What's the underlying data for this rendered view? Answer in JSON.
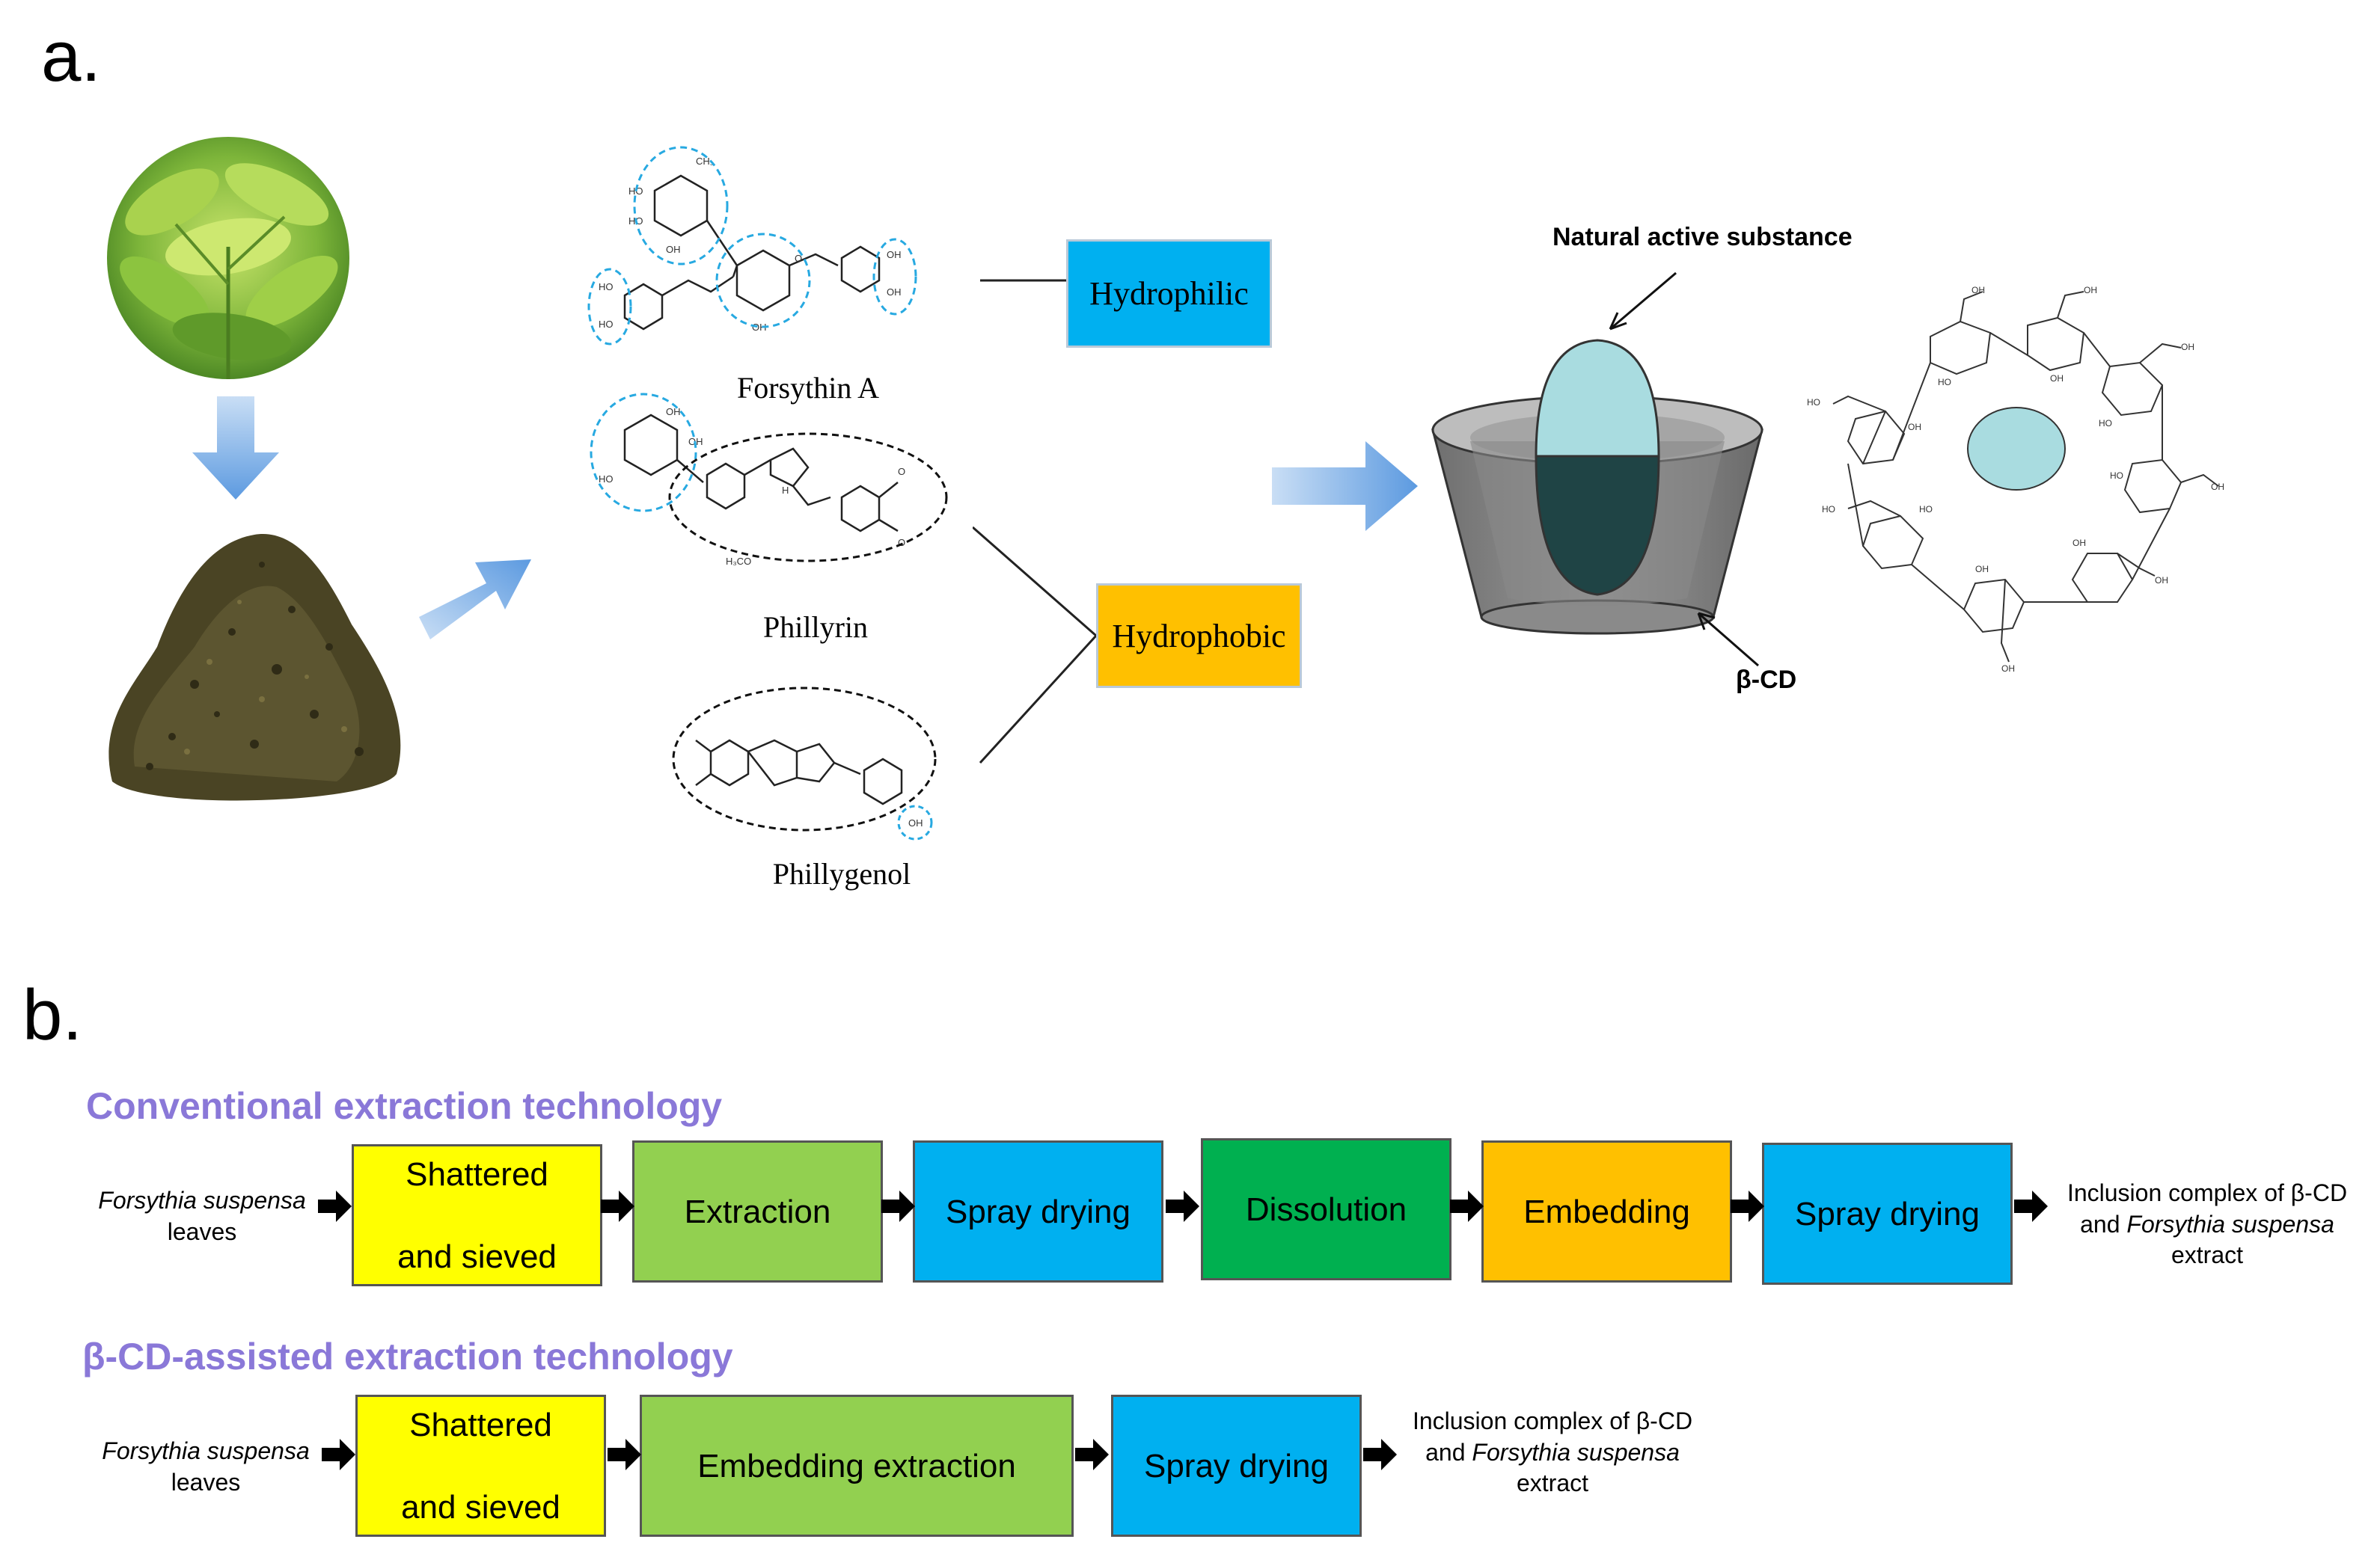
{
  "panel_a": {
    "label": "a.",
    "structures": {
      "forsythin_a": "Forsythin A",
      "phillyrin": "Phillyrin",
      "phillygenol": "Phillygenol"
    },
    "tags": {
      "hydrophilic": "Hydrophilic",
      "hydrophobic": "Hydrophobic"
    },
    "callouts": {
      "natural_active": "Natural active substance",
      "beta_cd": "β-CD"
    },
    "atom_labels": {
      "oh": "OH",
      "ho": "HO",
      "o": "O",
      "h": "H",
      "ch3": "CH₃",
      "h3co": "H₃CO"
    }
  },
  "panel_b": {
    "label": "b.",
    "conventional": {
      "title": "Conventional extraction technology",
      "input_italic": "Forsythia suspensa",
      "input_plain": "leaves",
      "steps": [
        {
          "label_line1": "Shattered",
          "label_line2": "and sieved",
          "color": "#ffff00"
        },
        {
          "label_line1": "Extraction",
          "label_line2": "",
          "color": "#92d050"
        },
        {
          "label_line1": "Spray drying",
          "label_line2": "",
          "color": "#00b0f0"
        },
        {
          "label_line1": "Dissolution",
          "label_line2": "",
          "color": "#00b050"
        },
        {
          "label_line1": "Embedding",
          "label_line2": "",
          "color": "#ffc000"
        },
        {
          "label_line1": "Spray drying",
          "label_line2": "",
          "color": "#00b0f0"
        }
      ],
      "output_line1": "Inclusion complex of β-CD",
      "output_line2_plain": "and",
      "output_line2_italic": "Forsythia suspensa",
      "output_line3": "extract"
    },
    "beta_cd_assisted": {
      "title": "β-CD-assisted extraction technology",
      "input_italic": "Forsythia suspensa",
      "input_plain": "leaves",
      "steps": [
        {
          "label_line1": "Shattered",
          "label_line2": "and sieved",
          "color": "#ffff00"
        },
        {
          "label_line1": "Embedding  extraction",
          "label_line2": "",
          "color": "#92d050"
        },
        {
          "label_line1": "Spray drying",
          "label_line2": "",
          "color": "#00b0f0"
        }
      ],
      "output_line1": "Inclusion complex of β-CD",
      "output_line2_plain": "and",
      "output_line2_italic": "Forsythia suspensa",
      "output_line3": "extract"
    }
  },
  "colors": {
    "row_title": "#8a78d8",
    "hydrophilic_box": "#00b0f0",
    "hydrophobic_box": "#ffc000",
    "circle_dash_blue": "#27a9e1",
    "bigarrow": "#7fb2e6"
  }
}
